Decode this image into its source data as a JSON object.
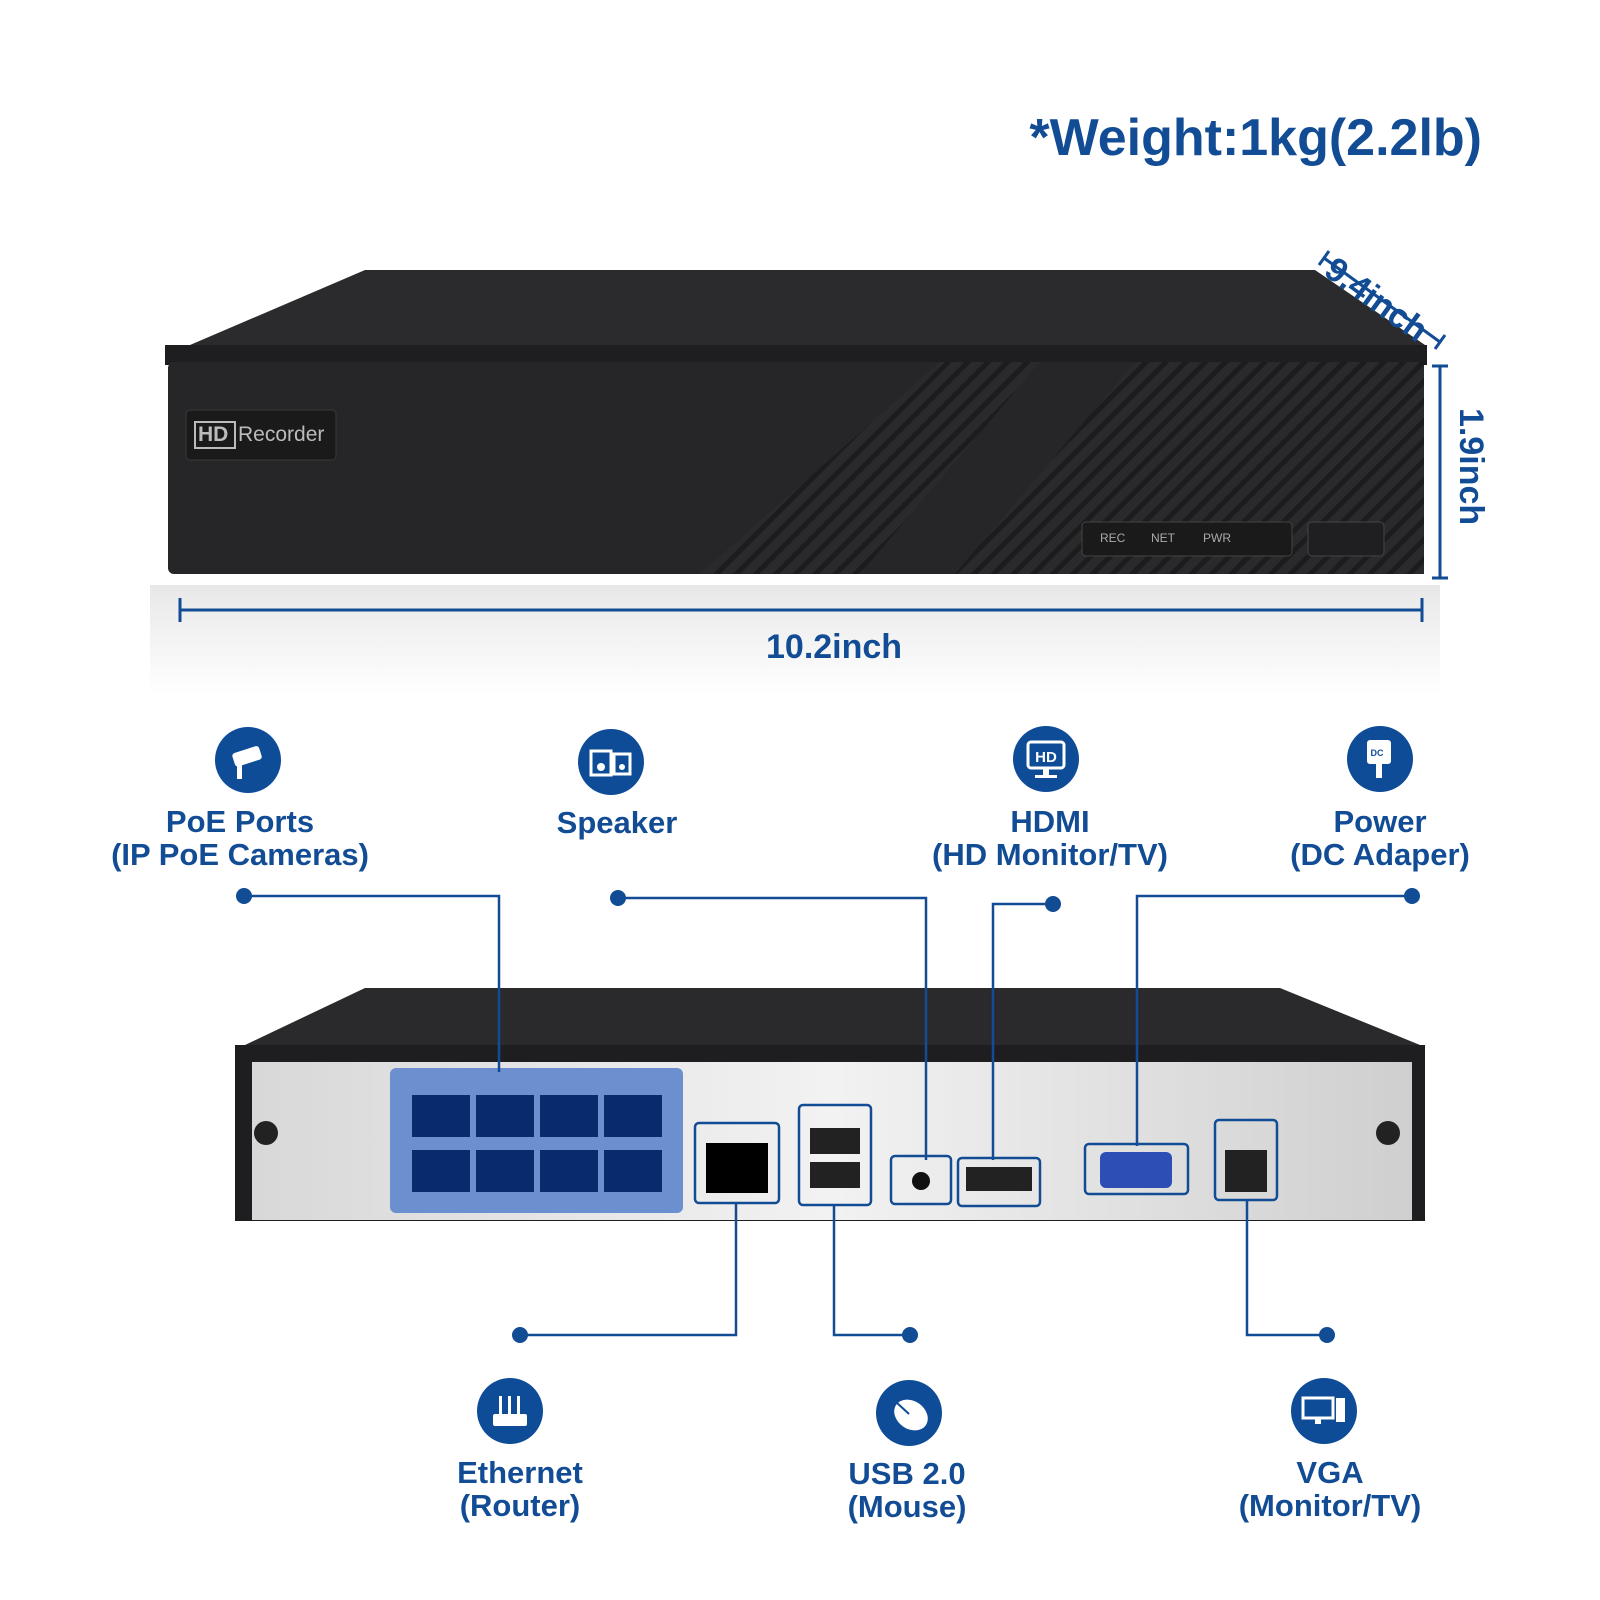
{
  "weight": "*Weight:1kg(2.2lb)",
  "dimensions": {
    "depth": "9.4inch",
    "height": "1.9inch",
    "width": "10.2inch"
  },
  "device_front": {
    "brand_badge": "HD",
    "brand_text": "Recorder",
    "indicators": [
      "REC",
      "NET",
      "PWR"
    ]
  },
  "accent_color": "#0f4c97",
  "ports": [
    {
      "icon": "cctv-camera-icon",
      "title": "PoE Ports",
      "subtitle": "(IP PoE Cameras)"
    },
    {
      "icon": "speaker-icon",
      "title": "Speaker",
      "subtitle": ""
    },
    {
      "icon": "hd-monitor-icon",
      "title": "HDMI",
      "subtitle": "(HD Monitor/TV)"
    },
    {
      "icon": "dc-plug-icon",
      "title": "Power",
      "subtitle": "(DC Adaper)"
    },
    {
      "icon": "router-icon",
      "title": "Ethernet",
      "subtitle": "(Router)"
    },
    {
      "icon": "mouse-icon",
      "title": "USB 2.0",
      "subtitle": "(Mouse)"
    },
    {
      "icon": "monitor-icon",
      "title": "VGA",
      "subtitle": "(Monitor/TV)"
    }
  ]
}
